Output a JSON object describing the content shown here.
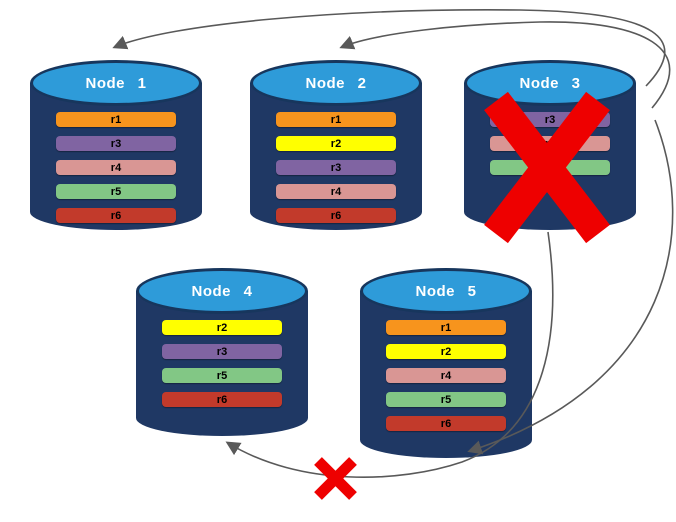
{
  "colors": {
    "arrow": "#595959",
    "failure_red": "#EE0000"
  },
  "nodes": [
    {
      "id": "node-1",
      "label": "Node 1",
      "failed": false,
      "replicas": [
        {
          "label": "r1",
          "color": "#F7941D"
        },
        {
          "label": "r3",
          "color": "#8064A2"
        },
        {
          "label": "r4",
          "color": "#D99694"
        },
        {
          "label": "r5",
          "color": "#82C785"
        },
        {
          "label": "r6",
          "color": "#C23A2B"
        }
      ]
    },
    {
      "id": "node-2",
      "label": "Node 2",
      "failed": false,
      "replicas": [
        {
          "label": "r1",
          "color": "#F7941D"
        },
        {
          "label": "r2",
          "color": "#FFFF00"
        },
        {
          "label": "r3",
          "color": "#8064A2"
        },
        {
          "label": "r4",
          "color": "#D99694"
        },
        {
          "label": "r6",
          "color": "#C23A2B"
        }
      ]
    },
    {
      "id": "node-3",
      "label": "Node 3",
      "failed": true,
      "replicas": [
        {
          "label": "r3",
          "color": "#8064A2"
        },
        {
          "label": "r4",
          "color": "#D99694"
        },
        {
          "label": "r5",
          "color": "#82C785"
        }
      ]
    },
    {
      "id": "node-4",
      "label": "Node 4",
      "failed": false,
      "replicas": [
        {
          "label": "r2",
          "color": "#FFFF00"
        },
        {
          "label": "r3",
          "color": "#8064A2"
        },
        {
          "label": "r5",
          "color": "#82C785"
        },
        {
          "label": "r6",
          "color": "#C23A2B"
        }
      ]
    },
    {
      "id": "node-5",
      "label": "Node 5",
      "failed": false,
      "replicas": [
        {
          "label": "r1",
          "color": "#F7941D"
        },
        {
          "label": "r2",
          "color": "#FFFF00"
        },
        {
          "label": "r4",
          "color": "#D99694"
        },
        {
          "label": "r5",
          "color": "#82C785"
        },
        {
          "label": "r6",
          "color": "#C23A2B"
        }
      ]
    }
  ],
  "arrows": [
    {
      "from": "Node 3",
      "to": "Node 1",
      "blocked": false
    },
    {
      "from": "Node 3",
      "to": "Node 2",
      "blocked": false
    },
    {
      "from": "Node 3",
      "to": "Node 5",
      "blocked": false
    },
    {
      "from": "Node 3",
      "to": "Node 4",
      "blocked": true
    }
  ]
}
